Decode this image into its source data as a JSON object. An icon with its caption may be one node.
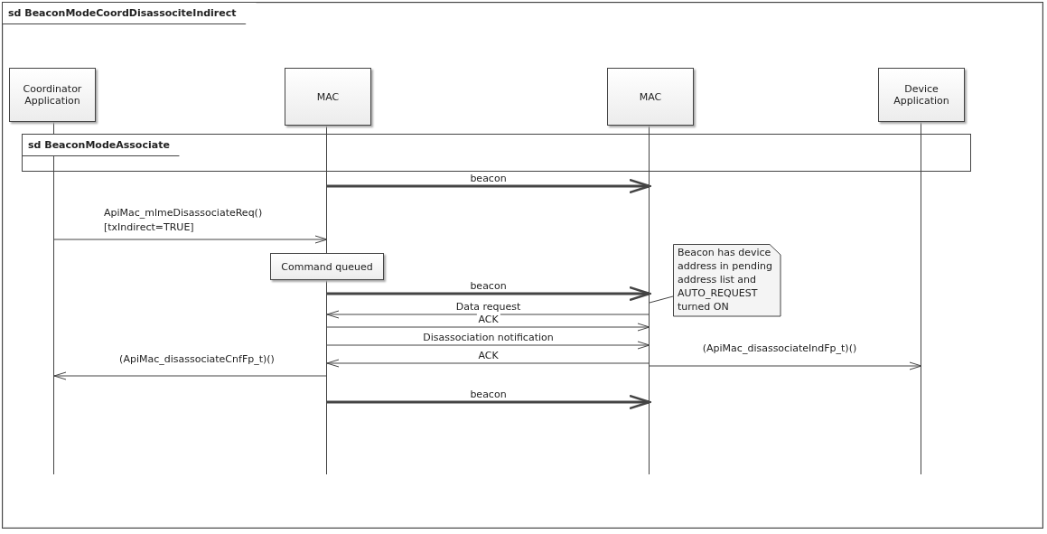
{
  "diagram": {
    "nodes": [
      {
        "text": [
          "sd BeaconModeCoordDisassociteIndirect"
        ]
      },
      {
        "text": [
          "Coordinator Application"
        ],
        "in": 0
      },
      {
        "text": [
          "MAC"
        ],
        "in": 0
      },
      {
        "text": [
          "MAC"
        ],
        "in": 0
      },
      {
        "text": [
          "Device Application"
        ],
        "in": 0
      },
      {
        "text": [
          "sd BeaconModeAssociate"
        ],
        "in": 0
      },
      {
        "text": [
          "Command queued"
        ],
        "in": 0
      },
      {
        "text": [
          "Beacon has device address in pending address list and AUTO_REQUEST turned ON"
        ],
        "in": 0
      }
    ],
    "edges": [
      {
        "from": 2,
        "to": 3,
        "arrow": "to",
        "label": "beacon",
        "style": "thick"
      },
      {
        "from": 1,
        "to": 2,
        "arrow": "to",
        "label": "ApiMac_mlmeDisassociateReq() [txIndirect=TRUE]"
      },
      {
        "from": 2,
        "to": 3,
        "arrow": "to",
        "label": "beacon",
        "style": "thick"
      },
      {
        "from": 7,
        "to": 3,
        "arrow": "none"
      },
      {
        "from": 3,
        "to": 2,
        "arrow": "to",
        "label": "Data request"
      },
      {
        "from": 2,
        "to": 3,
        "arrow": "to",
        "label": "ACK"
      },
      {
        "from": 2,
        "to": 3,
        "arrow": "to",
        "label": "Disassociation notification"
      },
      {
        "from": 3,
        "to": 2,
        "arrow": "to",
        "label": "ACK"
      },
      {
        "from": 3,
        "to": 4,
        "arrow": "to",
        "label": "(ApiMac_disassociateIndFp_t)()"
      },
      {
        "from": 2,
        "to": 1,
        "arrow": "to",
        "label": "(ApiMac_disassociateCnfFp_t)()"
      },
      {
        "from": 2,
        "to": 3,
        "arrow": "to",
        "label": "beacon",
        "style": "thick"
      }
    ]
  }
}
